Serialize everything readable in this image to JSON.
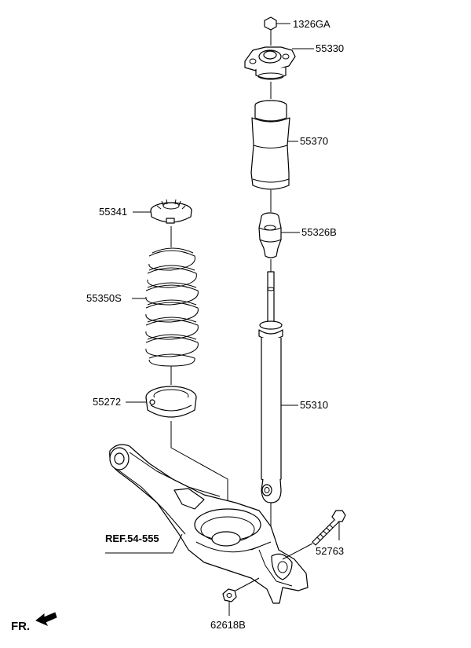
{
  "labels": {
    "p1326GA": "1326GA",
    "p55330": "55330",
    "p55370": "55370",
    "p55341": "55341",
    "p55326B": "55326B",
    "p55350S": "55350S",
    "p55272": "55272",
    "p55310": "55310",
    "p52763": "52763",
    "p62618B": "62618B",
    "ref": "REF.54-555",
    "fr": "FR."
  },
  "icons": {
    "front_direction": "arrow-icon"
  }
}
